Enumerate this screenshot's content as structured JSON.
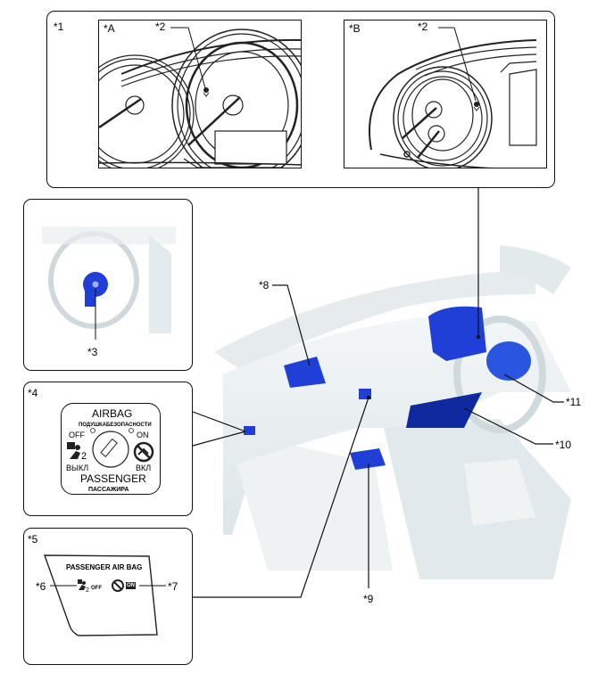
{
  "diagram": {
    "title": "SRS Airbag System Parts Location",
    "accent_color": "#1f3fd6",
    "callouts": {
      "c1": "*1",
      "cA": "*A",
      "cB": "*B",
      "c2a": "*2",
      "c2b": "*2",
      "c3": "*3",
      "c4": "*4",
      "c5": "*5",
      "c6": "*6",
      "c7": "*7",
      "c8": "*8",
      "c9": "*9",
      "c10": "*10",
      "c11": "*11"
    },
    "switch_panel": {
      "title": "AIRBAG",
      "title_ru": "ПОДУШКАБЕЗОПАСНОСТИ",
      "off": "OFF",
      "on": "ON",
      "off_ru": "ВЫКЛ",
      "on_ru": "ВКЛ",
      "passenger": "PASSENGER",
      "passenger_ru": "ПАССАЖИРА",
      "seat_number": "2"
    },
    "indicator_panel": {
      "title": "PASSENGER AIR BAG",
      "off": "OFF",
      "on": "ON",
      "seat_number": "2"
    }
  }
}
